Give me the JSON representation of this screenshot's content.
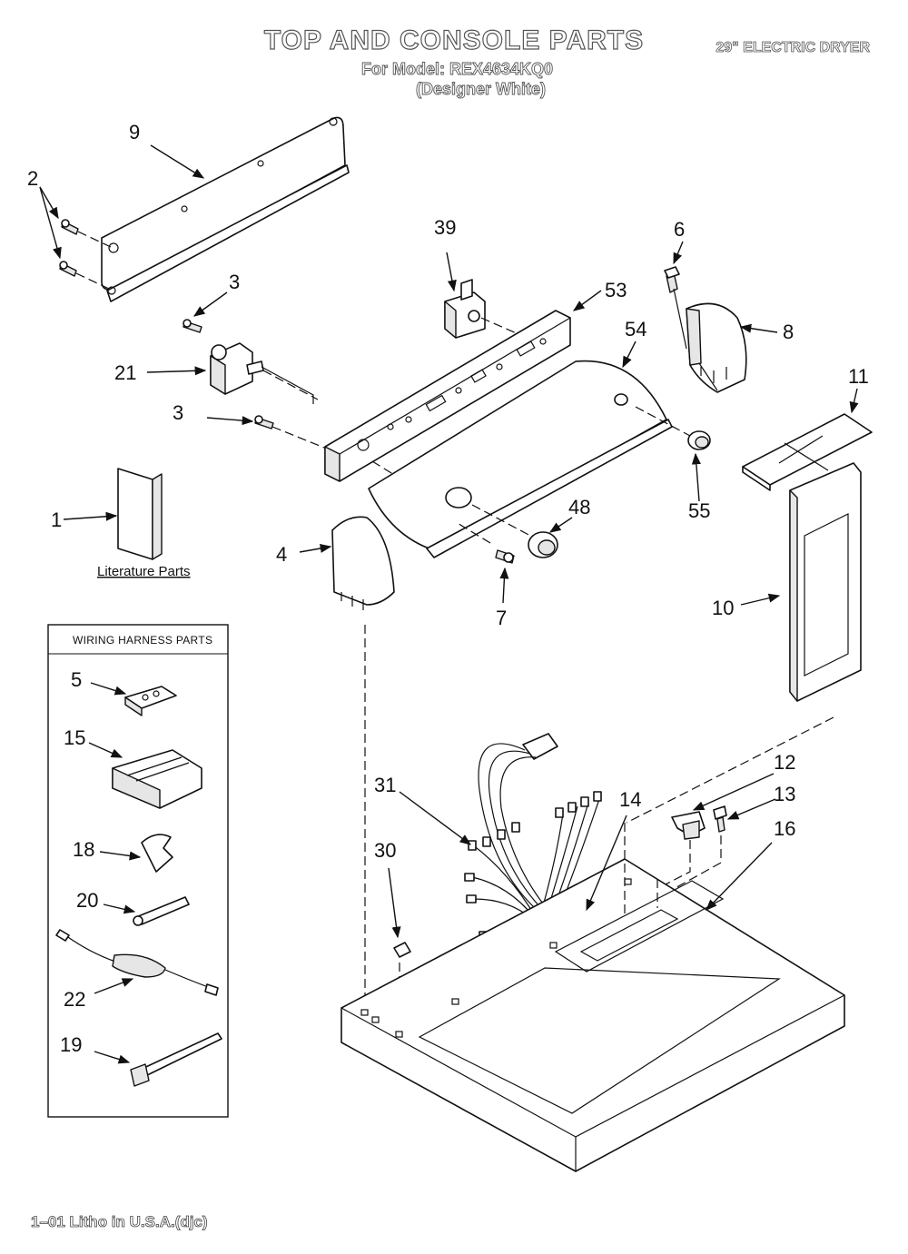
{
  "header": {
    "title": "TOP AND CONSOLE PARTS",
    "model_line": "For Model: REX4634KQ0",
    "color_line": "(Designer White)",
    "product": "29\" ELECTRIC DRYER"
  },
  "literature_label": "Literature Parts",
  "wiring_box": {
    "title": "WIRING HARNESS PARTS"
  },
  "callouts": {
    "c1": "1",
    "c2": "2",
    "c3a": "3",
    "c3b": "3",
    "c4": "4",
    "c5": "5",
    "c6": "6",
    "c7": "7",
    "c8": "8",
    "c9": "9",
    "c10": "10",
    "c11": "11",
    "c12": "12",
    "c13": "13",
    "c14": "14",
    "c15": "15",
    "c16": "16",
    "c18": "18",
    "c19": "19",
    "c20": "20",
    "c21": "21",
    "c22": "22",
    "c30": "30",
    "c31": "31",
    "c39": "39",
    "c48": "48",
    "c53": "53",
    "c54": "54",
    "c55": "55"
  },
  "footer": "1–01 Litho in U.S.A.(djc)"
}
